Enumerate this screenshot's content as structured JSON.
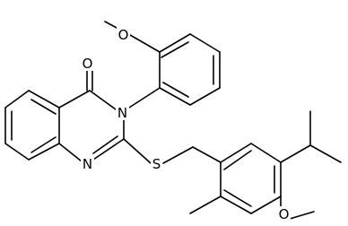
{
  "structure": {
    "atoms": [
      {
        "id": "O_ether_top",
        "symbol": "O"
      },
      {
        "id": "O_carbonyl",
        "symbol": "O"
      },
      {
        "id": "N3",
        "symbol": "N"
      },
      {
        "id": "N1",
        "symbol": "N"
      },
      {
        "id": "S",
        "symbol": "S"
      },
      {
        "id": "O_ether_right",
        "symbol": "O"
      }
    ]
  },
  "colors": {
    "bond": "#000000",
    "background": "#ffffff"
  }
}
